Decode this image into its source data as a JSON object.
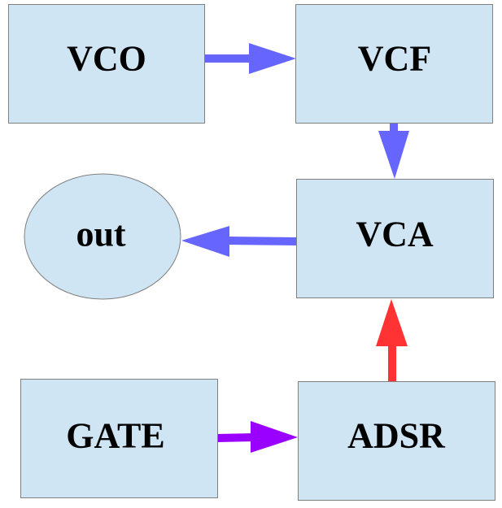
{
  "diagram": {
    "nodes": [
      {
        "id": "vco",
        "label": "VCO",
        "shape": "rect"
      },
      {
        "id": "vcf",
        "label": "VCF",
        "shape": "rect"
      },
      {
        "id": "vca",
        "label": "VCA",
        "shape": "rect"
      },
      {
        "id": "out",
        "label": "out",
        "shape": "ellipse"
      },
      {
        "id": "gate",
        "label": "GATE",
        "shape": "rect"
      },
      {
        "id": "adsr",
        "label": "ADSR",
        "shape": "rect"
      }
    ],
    "edges": [
      {
        "from": "vco",
        "to": "vcf",
        "color": "#6666ff"
      },
      {
        "from": "vcf",
        "to": "vca",
        "color": "#6666ff"
      },
      {
        "from": "vca",
        "to": "out",
        "color": "#6666ff"
      },
      {
        "from": "gate",
        "to": "adsr",
        "color": "#9900ff"
      },
      {
        "from": "adsr",
        "to": "vca",
        "color": "#ff3333"
      }
    ],
    "colors": {
      "node_fill": "#cfe5f3",
      "node_stroke": "#808080",
      "audio_signal": "#6666ff",
      "gate_signal": "#9900ff",
      "envelope_signal": "#ff3333"
    }
  }
}
